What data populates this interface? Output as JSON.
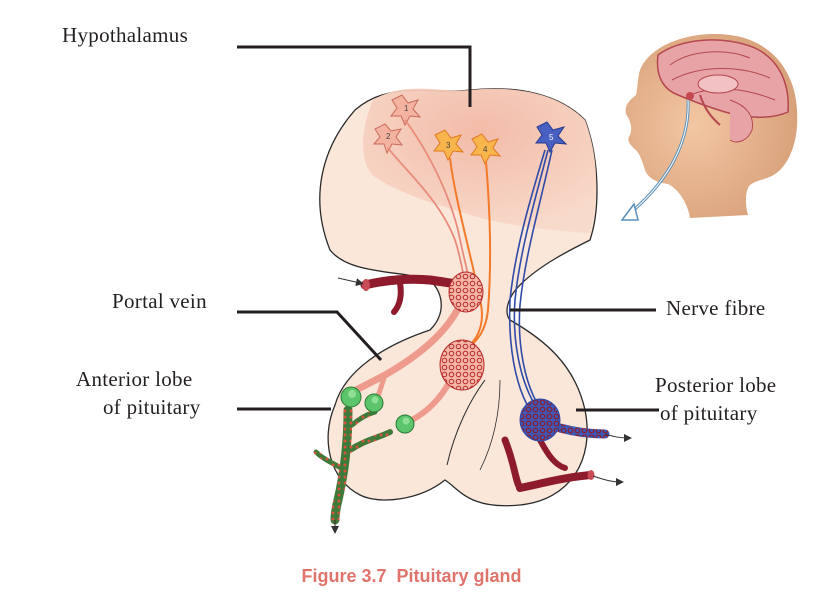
{
  "labels": {
    "hypothalamus": "Hypothalamus",
    "portal_vein": "Portal vein",
    "anterior_lobe_line1": "Anterior lobe",
    "anterior_lobe_line2": "of pituitary",
    "nerve_fibre": "Nerve fibre",
    "posterior_lobe_line1": "Posterior lobe",
    "posterior_lobe_line2": "of pituitary"
  },
  "neurons": [
    "1",
    "2",
    "3",
    "4",
    "5"
  ],
  "caption": {
    "number": "Figure 3.7",
    "title": "Pituitary gland"
  },
  "colors": {
    "hypothalamus_fill": "#f3c9b6",
    "gland_fill": "#fbe7d9",
    "blood_vessel": "#8e1b2c",
    "capillary_pink": "#e98b7c",
    "nerve_orange": "#f27a2a",
    "nerve_blue": "#2f4aa8",
    "cell_green": "#5cc46a",
    "caption": "#e0736b"
  }
}
